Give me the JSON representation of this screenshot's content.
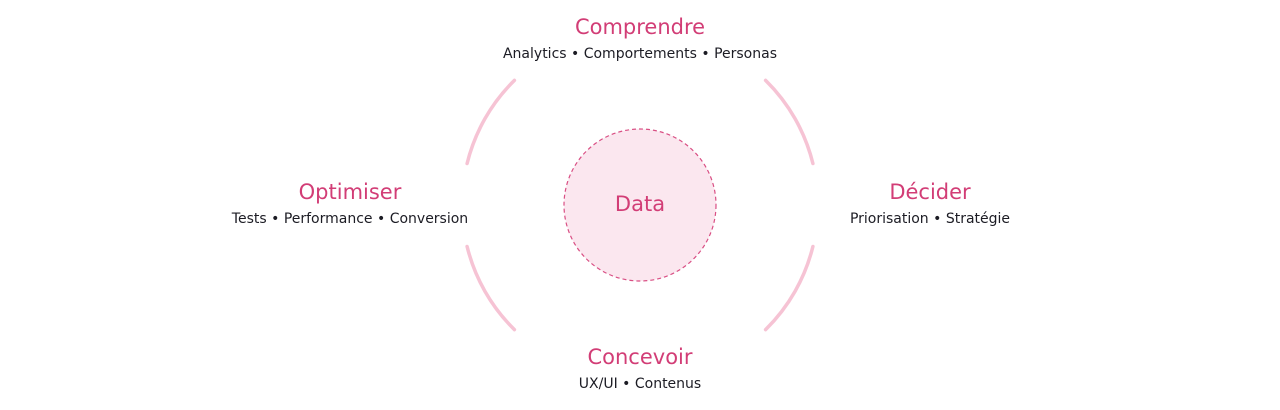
{
  "center": {
    "label": "Data"
  },
  "nodes": {
    "top": {
      "title": "Comprendre",
      "subtitle": "Analytics • Comportements • Personas"
    },
    "right": {
      "title": "Décider",
      "subtitle": "Priorisation • Stratégie"
    },
    "bottom": {
      "title": "Concevoir",
      "subtitle": "UX/UI • Contenus"
    },
    "left": {
      "title": "Optimiser",
      "subtitle": "Tests • Performance • Conversion"
    }
  },
  "colors": {
    "accent": "#d23d76",
    "ring": "#f6c3d4",
    "center_fill": "#fbe7ef",
    "center_border": "#d94f84",
    "text": "#1c1c24"
  }
}
